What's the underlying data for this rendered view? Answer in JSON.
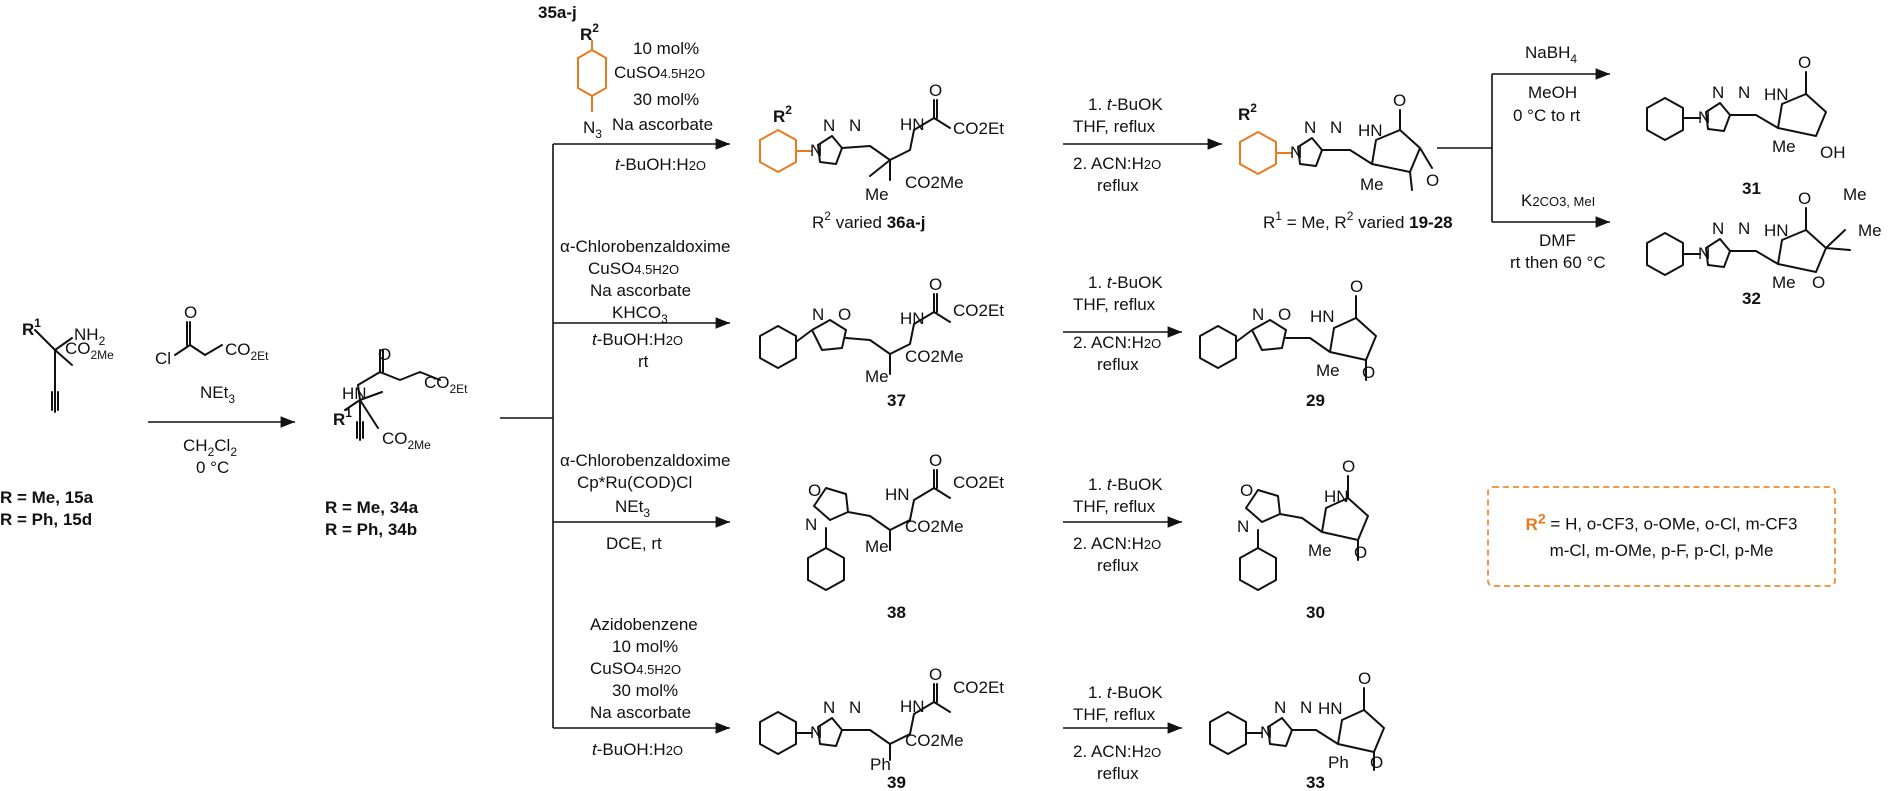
{
  "reactants": {
    "start_line1": "R = Me, 15a",
    "start_line2": "R = Ph, 15d",
    "r1": "R",
    "r1_sup": "1",
    "nh2": "NH",
    "nh2_sub": "2",
    "co2me": "CO",
    "co2me_sub": "2Me"
  },
  "step1": {
    "acyl_cl": "Cl",
    "acyl_co2et": "CO",
    "acyl_co2et_sub": "2Et",
    "base": "NEt",
    "base_sub": "3",
    "solvent": "CH",
    "solvent_sub1": "2",
    "solvent_mid": "Cl",
    "solvent_sub2": "2",
    "temp": "0 °C"
  },
  "intermediate": {
    "label1": "R = Me, 34a",
    "label2": "R = Ph, 34b",
    "hn": "HN",
    "co2et": "CO",
    "co2et_sub": "2Et",
    "co2me": "CO",
    "co2me_sub": "2Me"
  },
  "branch1": {
    "reagent_label": "35a-j",
    "r2": "R",
    "r2_sup": "2",
    "n3": "N",
    "n3_sub": "3",
    "cond1": "10 mol%",
    "cond2": "CuSO",
    "cond2_tail": "4.5H2O",
    "cond3": "30 mol%",
    "cond4": "Na ascorbate",
    "cond5_ital": "t",
    "cond5": "-BuOH:H",
    "cond5_tail": "2O",
    "product_caption": "R",
    "product_caption_sup": "2",
    "product_caption_rest": " varied ",
    "product_id": "36a-j",
    "step2_1": "1. ",
    "step2_1_ital": "t",
    "step2_1_rest": "-BuOK",
    "step2_2": "THF, reflux",
    "step2_3": "2. ACN:H",
    "step2_3_tail": "2O",
    "step2_4": "reflux",
    "final_caption": "R",
    "final_caption_sup1": "1",
    "final_caption_mid": " = Me, R",
    "final_caption_sup2": "2",
    "final_caption_rest": " varied ",
    "final_id": "19-28"
  },
  "branch2": {
    "cond1": "α-Chlorobenzaldoxime",
    "cond2": "CuSO",
    "cond2_tail": "4.5H2O",
    "cond3": "Na ascorbate",
    "cond4": "KHCO",
    "cond4_tail": "3",
    "cond5_ital": "t",
    "cond5": "-BuOH:H",
    "cond5_tail": "2O",
    "cond6": "rt",
    "product_id": "37",
    "final_id": "29"
  },
  "branch3": {
    "cond1": "α-Chlorobenzaldoxime",
    "cond2": "Cp*Ru(COD)Cl",
    "cond3": "NEt",
    "cond3_tail": "3",
    "cond4": "DCE, rt",
    "product_id": "38",
    "final_id": "30"
  },
  "branch4": {
    "cond1": "Azidobenzene",
    "cond2": "10 mol%",
    "cond3": "CuSO",
    "cond3_tail": "4.5H2O",
    "cond4": "30 mol%",
    "cond5": "Na ascorbate",
    "cond6_ital": "t",
    "cond6": "-BuOH:H",
    "cond6_tail": "2O",
    "product_id": "39",
    "final_id": "33",
    "ph": "Ph"
  },
  "derivatization": {
    "top_reagent": "NaBH",
    "top_reagent_sub": "4",
    "top_solvent": "MeOH",
    "top_temp": "0 °C to rt",
    "top_product": "31",
    "oh": "OH",
    "bottom_reagent": "K",
    "bottom_reagent_tail": "2CO3, MeI",
    "bottom_solvent": "DMF",
    "bottom_temp": "rt then 60 °C",
    "bottom_product": "32",
    "me": "Me"
  },
  "atoms": {
    "n": "N",
    "o": "O",
    "hn": "HN",
    "nh": "HN",
    "me": "Me",
    "co2et": "CO2Et",
    "co2me": "CO2Me"
  },
  "legend": {
    "r2": "R",
    "r2_sup": "2",
    "line1": " = H, o-CF3, o-OMe, o-Cl, m-CF3",
    "line2": "m-Cl, m-OMe, p-F, p-Cl, p-Me"
  },
  "colors": {
    "orange": "#e87a1e",
    "red": "#e01b24",
    "blue": "#2b3fc8",
    "purple": "#b23fd8"
  }
}
